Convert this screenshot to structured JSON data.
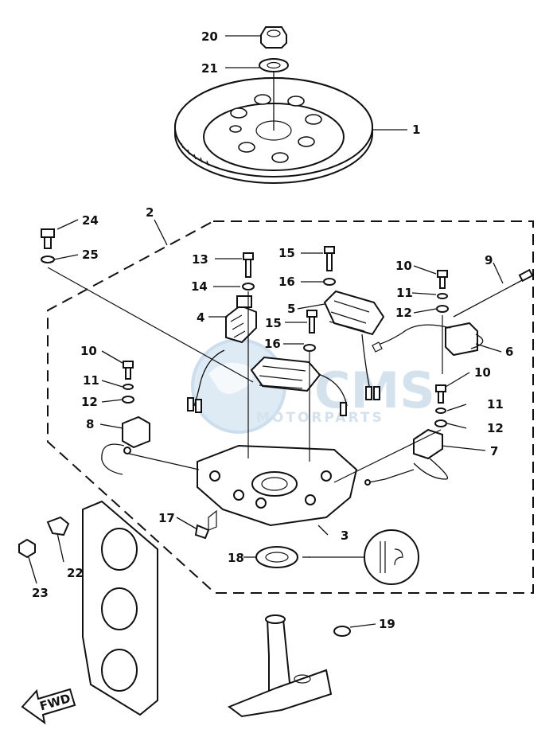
{
  "callouts": [
    {
      "id": "c1",
      "text": "1"
    },
    {
      "id": "c2",
      "text": "2"
    },
    {
      "id": "c3",
      "text": "3"
    },
    {
      "id": "c4",
      "text": "4"
    },
    {
      "id": "c5",
      "text": "5"
    },
    {
      "id": "c6",
      "text": "6"
    },
    {
      "id": "c7",
      "text": "7"
    },
    {
      "id": "c8",
      "text": "8"
    },
    {
      "id": "c9",
      "text": "9"
    },
    {
      "id": "c10a",
      "text": "10"
    },
    {
      "id": "c10b",
      "text": "10"
    },
    {
      "id": "c10c",
      "text": "10"
    },
    {
      "id": "c11a",
      "text": "11"
    },
    {
      "id": "c11b",
      "text": "11"
    },
    {
      "id": "c11c",
      "text": "11"
    },
    {
      "id": "c12a",
      "text": "12"
    },
    {
      "id": "c12b",
      "text": "12"
    },
    {
      "id": "c12c",
      "text": "12"
    },
    {
      "id": "c13",
      "text": "13"
    },
    {
      "id": "c14",
      "text": "14"
    },
    {
      "id": "c15a",
      "text": "15"
    },
    {
      "id": "c15b",
      "text": "15"
    },
    {
      "id": "c16a",
      "text": "16"
    },
    {
      "id": "c16b",
      "text": "16"
    },
    {
      "id": "c17",
      "text": "17"
    },
    {
      "id": "c18",
      "text": "18"
    },
    {
      "id": "c19",
      "text": "19"
    },
    {
      "id": "c20",
      "text": "20"
    },
    {
      "id": "c21",
      "text": "21"
    },
    {
      "id": "c22",
      "text": "22"
    },
    {
      "id": "c23",
      "text": "23"
    },
    {
      "id": "c24",
      "text": "24"
    },
    {
      "id": "c25",
      "text": "25"
    }
  ],
  "fwd_label": "FWD",
  "watermark": {
    "brand": "CMS",
    "sub": "MOTORPARTS",
    "color": "#9fbfd9"
  }
}
